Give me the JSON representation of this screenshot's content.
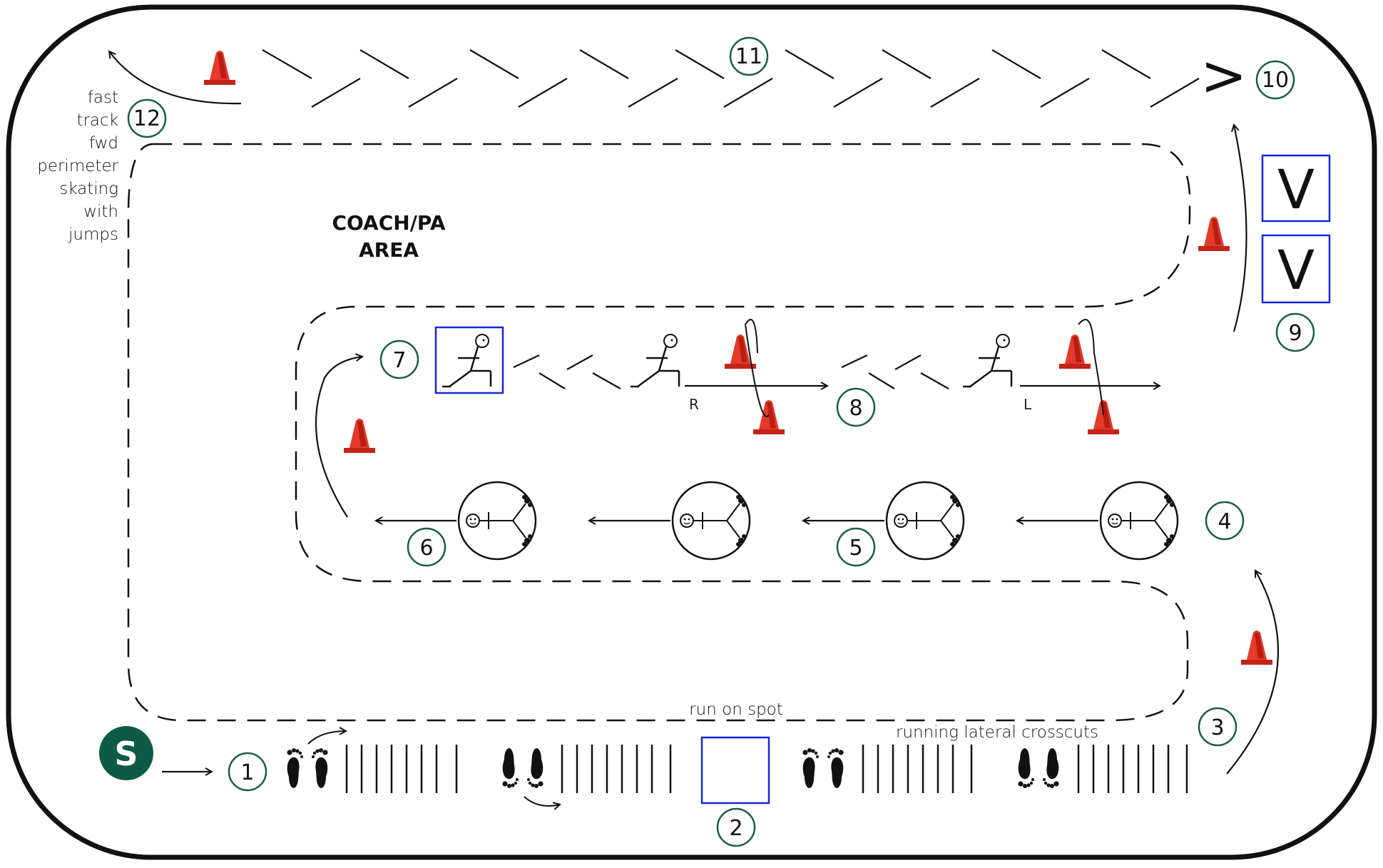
{
  "colors": {
    "circle_border": "#1a5c4a",
    "start_fill": "#0d5a47",
    "cone": "#e02d20",
    "box": "#1428d8",
    "line": "#111111"
  },
  "start": {
    "label": "S"
  },
  "stations": [
    "1",
    "2",
    "3",
    "4",
    "5",
    "6",
    "7",
    "8",
    "9",
    "10",
    "11",
    "12"
  ],
  "labels": {
    "coach_line1": "COACH/PA",
    "coach_line2": "AREA",
    "run_on_spot": "run on spot",
    "running_lateral": "running lateral crosscuts",
    "side_r": "R",
    "side_l": "L",
    "fast_track": [
      "fast",
      "track",
      "fwd",
      "perimeter",
      "skating",
      "with",
      "jumps"
    ],
    "v_letter": "V",
    "chevron": ">"
  },
  "icons": [
    "footprints-icon",
    "cone-icon",
    "stick-figure-icon",
    "lunge-figure-icon",
    "arrow-icon"
  ]
}
